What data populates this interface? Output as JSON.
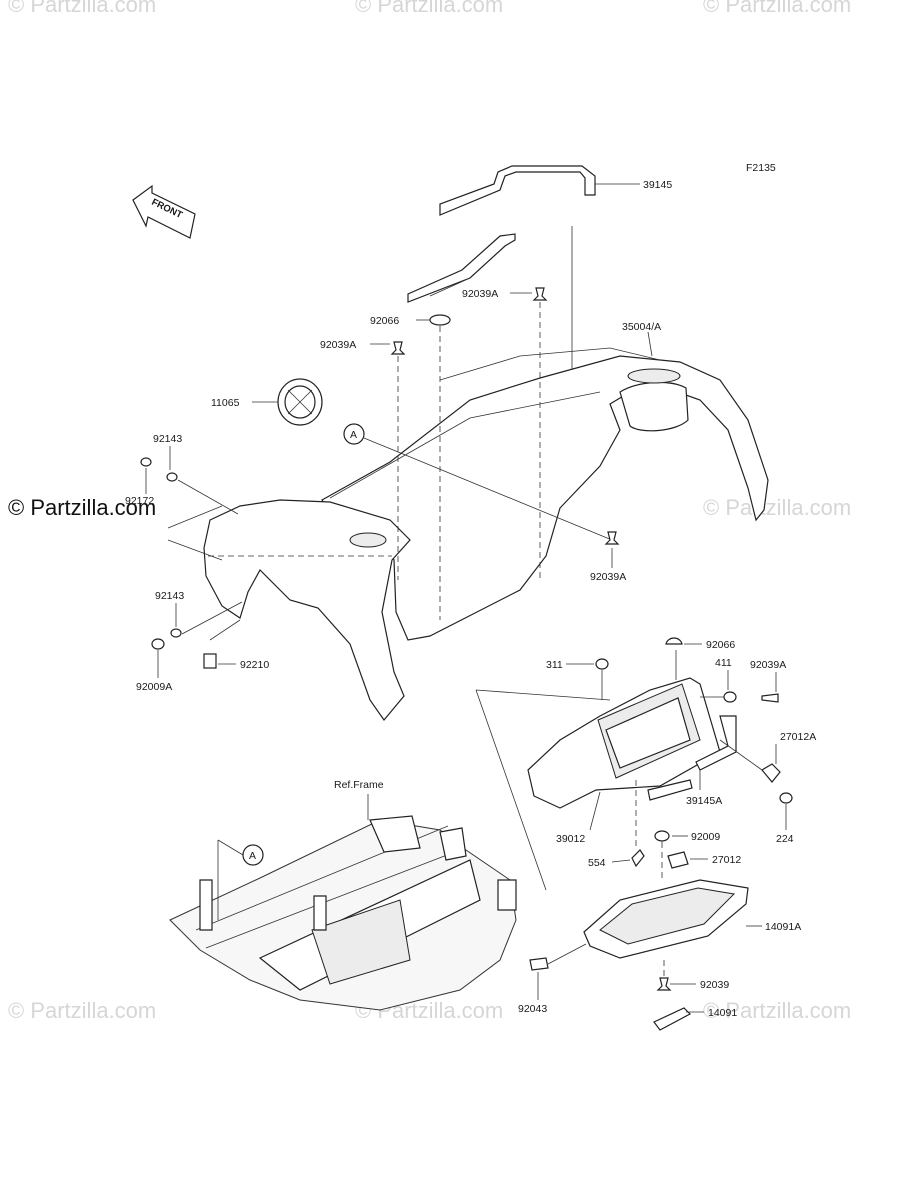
{
  "watermarks": {
    "main": "© Partzilla.com",
    "faint": "© Partzilla.com"
  },
  "figure_code": "F2135",
  "front_arrow": "FRONT",
  "ref_frame": "Ref.Frame",
  "callout_a": "A",
  "labels": {
    "p39145": "39145",
    "p92039A_top": "92039A",
    "p92066_top": "92066",
    "p35004A": "35004/A",
    "p92039A_left": "92039A",
    "p11065": "11065",
    "p92143_top": "92143",
    "p92172": "92172",
    "p92143_bot": "92143",
    "p92009A": "92009A",
    "p92210": "92210",
    "p92039A_mid": "92039A",
    "p92066_box": "92066",
    "p311": "311",
    "p411": "411",
    "p92039A_box": "92039A",
    "p27012A": "27012A",
    "p39145A": "39145A",
    "p224": "224",
    "p39012": "39012",
    "p92009": "92009",
    "p554": "554",
    "p27012": "27012",
    "p14091A": "14091A",
    "p92039": "92039",
    "p92043": "92043",
    "p14091": "14091"
  }
}
